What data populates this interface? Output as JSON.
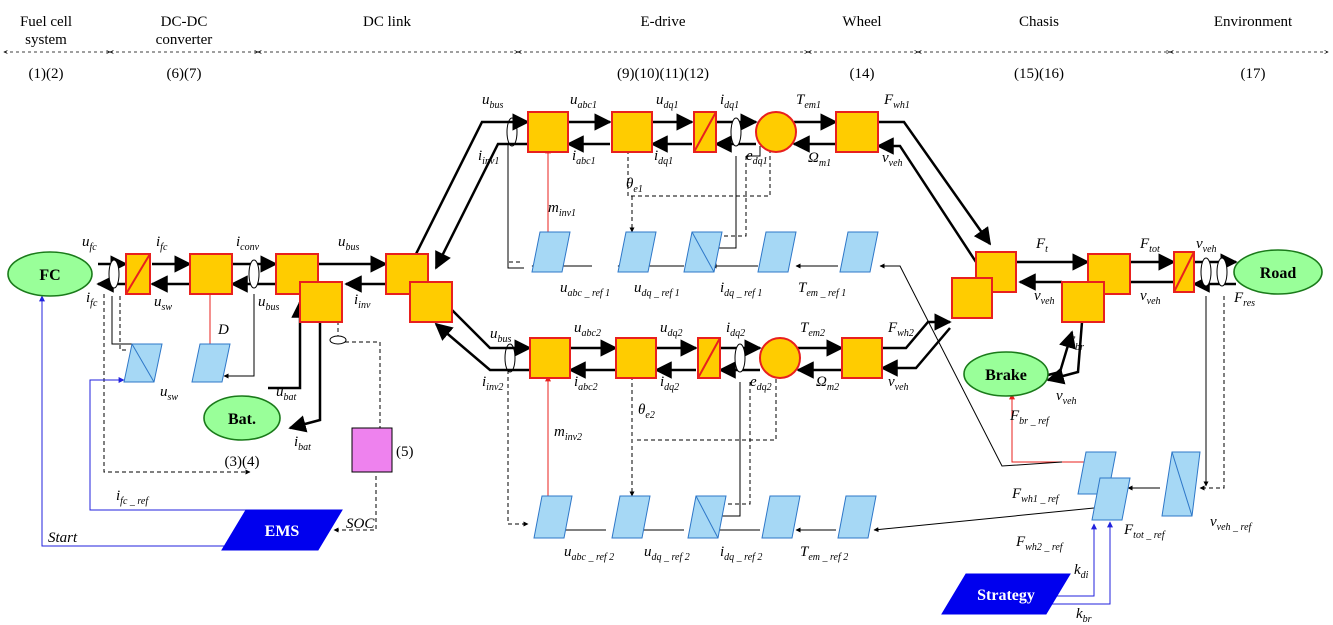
{
  "sections": [
    {
      "name_line1": "Fuel cell",
      "name_line2": "system",
      "eqs": "(1)(2)"
    },
    {
      "name_line1": "DC-DC",
      "name_line2": "converter",
      "eqs": "(6)(7)"
    },
    {
      "name_line1": "DC link",
      "name_line2": "",
      "eqs": ""
    },
    {
      "name_line1": "E-drive",
      "name_line2": "",
      "eqs": "(9)(10)(11)(12)"
    },
    {
      "name_line1": "Wheel",
      "name_line2": "",
      "eqs": "(14)"
    },
    {
      "name_line1": "Chasis",
      "name_line2": "",
      "eqs": "(15)(16)"
    },
    {
      "name_line1": "Environment",
      "name_line2": "",
      "eqs": "(17)"
    }
  ],
  "sources": {
    "fc": "FC",
    "bat": "Bat.",
    "road": "Road",
    "brake": "Brake"
  },
  "controls": {
    "ems": "EMS",
    "strategy": "Strategy"
  },
  "notes": {
    "bat_eqs": "(3)(4)",
    "soc_eq": "(5)"
  },
  "labels": {
    "u_fc": {
      "m": "u",
      "s": "fc"
    },
    "i_fc_top": {
      "m": "i",
      "s": "fc"
    },
    "i_fc_left": {
      "m": "i",
      "s": "fc"
    },
    "i_conv": {
      "m": "i",
      "s": "conv"
    },
    "u_sw": {
      "m": "u",
      "s": "sw"
    },
    "D": {
      "m": "D",
      "s": ""
    },
    "u_bus_conv": {
      "m": "u",
      "s": "bus"
    },
    "u_bus_link": {
      "m": "u",
      "s": "bus"
    },
    "i_inv": {
      "m": "i",
      "s": "inv"
    },
    "u_sw2": {
      "m": "u",
      "s": "sw"
    },
    "u_bat": {
      "m": "u",
      "s": "bat"
    },
    "i_bat": {
      "m": "i",
      "s": "bat"
    },
    "i_fc_ref": {
      "m": "i",
      "s": "fc _ ref"
    },
    "SOC": {
      "m": "SOC",
      "s": ""
    },
    "Start": {
      "m": "Start",
      "s": ""
    },
    "u_bus1": {
      "m": "u",
      "s": "bus"
    },
    "i_inv1": {
      "m": "i",
      "s": "inv1"
    },
    "u_abc1": {
      "m": "u",
      "s": "abc1"
    },
    "i_abc1": {
      "m": "i",
      "s": "abc1"
    },
    "u_dq1": {
      "m": "u",
      "s": "dq1"
    },
    "i_dq1_b": {
      "m": "i",
      "s": "dq1"
    },
    "i_dq1_t": {
      "m": "i",
      "s": "dq1"
    },
    "e_dq1": {
      "m": "e",
      "s": "dq1"
    },
    "theta_e1": {
      "m": "θ",
      "s": "e1"
    },
    "m_inv1": {
      "m": "m",
      "s": "inv1"
    },
    "T_em1": {
      "m": "T",
      "s": "em1"
    },
    "Omega_m1": {
      "m": "Ω",
      "s": "m1"
    },
    "F_wh1": {
      "m": "F",
      "s": "wh1"
    },
    "v_veh1": {
      "m": "v",
      "s": "veh"
    },
    "u_abc_ref1": {
      "m": "u",
      "s": "abc _ ref 1"
    },
    "u_dq_ref1": {
      "m": "u",
      "s": "dq _ ref 1"
    },
    "i_dq_ref1": {
      "m": "i",
      "s": "dq _ ref 1"
    },
    "T_em_ref1": {
      "m": "T",
      "s": "em _ ref 1"
    },
    "u_bus2": {
      "m": "u",
      "s": "bus"
    },
    "i_inv2": {
      "m": "i",
      "s": "inv2"
    },
    "u_abc2": {
      "m": "u",
      "s": "abc2"
    },
    "i_abc2": {
      "m": "i",
      "s": "abc2"
    },
    "u_dq2": {
      "m": "u",
      "s": "dq2"
    },
    "i_dq2_b": {
      "m": "i",
      "s": "dq2"
    },
    "i_dq2_t": {
      "m": "i",
      "s": "dq2"
    },
    "e_dq2": {
      "m": "e",
      "s": "dq2"
    },
    "theta_e2": {
      "m": "θ",
      "s": "e2"
    },
    "m_inv2": {
      "m": "m",
      "s": "inv2"
    },
    "T_em2": {
      "m": "T",
      "s": "em2"
    },
    "Omega_m2": {
      "m": "Ω",
      "s": "m2"
    },
    "F_wh2": {
      "m": "F",
      "s": "wh2"
    },
    "v_veh2": {
      "m": "v",
      "s": "veh"
    },
    "u_abc_ref2": {
      "m": "u",
      "s": "abc _ ref 2"
    },
    "u_dq_ref2": {
      "m": "u",
      "s": "dq _ ref 2"
    },
    "i_dq_ref2": {
      "m": "i",
      "s": "dq _ ref 2"
    },
    "T_em_ref2": {
      "m": "T",
      "s": "em _ ref 2"
    },
    "F_t": {
      "m": "F",
      "s": "t"
    },
    "v_veh_ch1": {
      "m": "v",
      "s": "veh"
    },
    "F_tot": {
      "m": "F",
      "s": "tot"
    },
    "v_veh_ch2": {
      "m": "v",
      "s": "veh"
    },
    "v_veh_env_t": {
      "m": "v",
      "s": "veh"
    },
    "F_res": {
      "m": "F",
      "s": "res"
    },
    "F_br": {
      "m": "F",
      "s": "br"
    },
    "v_veh_brake": {
      "m": "v",
      "s": "veh"
    },
    "F_br_ref": {
      "m": "F",
      "s": "br _ ref"
    },
    "F_wh1_ref": {
      "m": "F",
      "s": "wh1 _ ref"
    },
    "F_wh2_ref": {
      "m": "F",
      "s": "wh2 _ ref"
    },
    "F_tot_ref": {
      "m": "F",
      "s": "tot _ ref"
    },
    "v_veh_ref": {
      "m": "v",
      "s": "veh _ ref"
    },
    "k_di": {
      "m": "k",
      "s": "di"
    },
    "k_br": {
      "m": "k",
      "s": "br"
    }
  }
}
